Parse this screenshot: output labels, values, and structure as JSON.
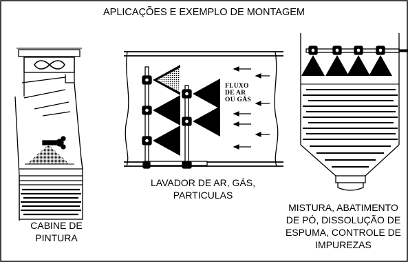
{
  "title": "APLICAÇÕES E EXEMPLO DE MONTAGEM",
  "cabine": {
    "line1": "CABINE DE",
    "line2": "PINTURA"
  },
  "lavador": {
    "line1": "LAVADOR DE AR, GÁS,",
    "line2": "PARTICULAS",
    "flow_line1": "FLUXO",
    "flow_line2": "DE AR",
    "flow_line3": "OU GÁS"
  },
  "mistura": {
    "line1": "MISTURA, ABATIMENTO",
    "line2": "DE PÓ, DISSOLUÇÃO DE",
    "line3": "ESPUMA, CONTROLE DE",
    "line4": "IMPUREZAS"
  },
  "colors": {
    "ink": "#000000",
    "background": "#ffffff"
  },
  "icons": [
    "fan-icon",
    "spray-nozzle-icon",
    "flow-arrow-icon"
  ]
}
